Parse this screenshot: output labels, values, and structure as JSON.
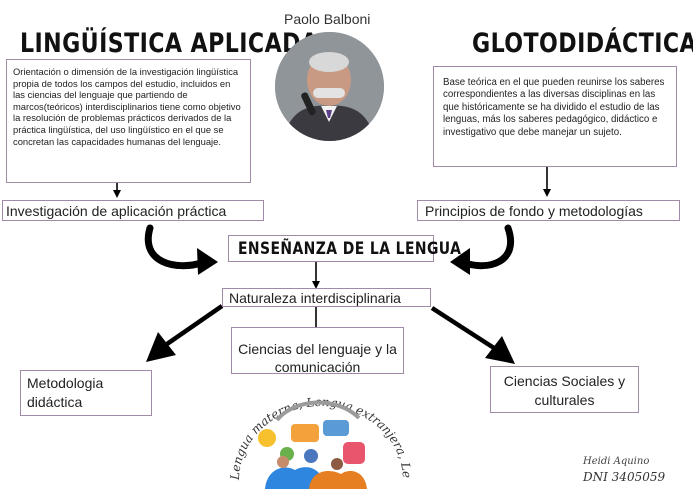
{
  "author": "Paolo Balboni",
  "left": {
    "title": "LINGÜÍSTICA APLICADA",
    "definition": "Orientación o dimensión de la investigación lingüística propia de todos los campos del estudio, incluidos en las ciencias del lenguaje que partiendo de marcos(teóricos) interdisciplinarios tiene como objetivo la resolución de problemas prácticos derivados de la práctica lingüística, del uso lingüístico en el que se concretan las capacidades humanas del lenguaje.",
    "result": "Investigación de aplicación práctica"
  },
  "right": {
    "title": "GLOTODIDÁCTICA",
    "definition": "Base teórica en el que pueden reunirse los saberes correspondientes a las diversas disciplinas en las que históricamente se ha dividido el estudio de las lenguas, más los saberes pedagógico, didáctico e investigativo que debe manejar un sujeto.",
    "result": "Principios de fondo y metodologías"
  },
  "center": {
    "title": "ENSEÑANZA DE LA LENGUA",
    "nature": "Naturaleza interdisciplinaria",
    "branches": [
      "Metodologia didáctica",
      "Ciencias del lenguaje y la comunicación",
      "Ciencias Sociales y culturales"
    ]
  },
  "illustration": {
    "arc_text": "Lengua materna, Lengua extranjera, Lengua étnica"
  },
  "signature": {
    "name": "Heidi Aquino",
    "id": "DNI 3405059"
  }
}
